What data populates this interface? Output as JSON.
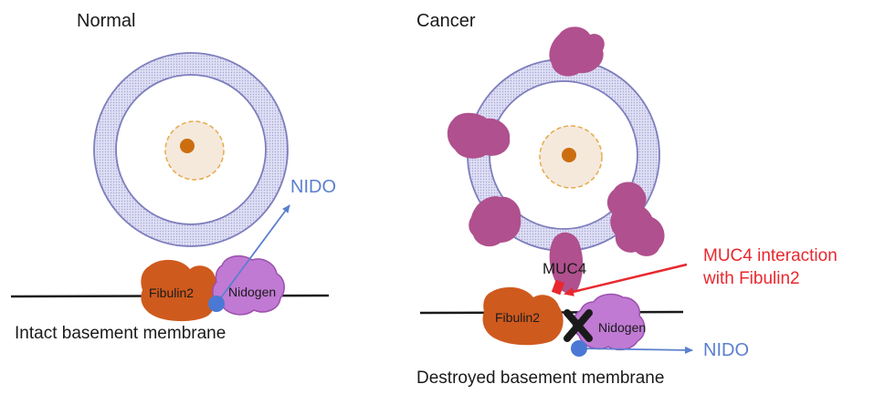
{
  "normal": {
    "title": "Normal",
    "caption": "Intact basement membrane",
    "fibulin_label": "Fibulin2",
    "nidogen_label": "Nidogen",
    "nido_label": "NIDO"
  },
  "cancer": {
    "title": "Cancer",
    "caption": "Destroyed basement membrane",
    "fibulin_label": "Fibulin2",
    "nidogen_label": "Nidogen",
    "nido_label": "NIDO",
    "muc4_label": "MUC4",
    "interaction_line1": "MUC4 interaction",
    "interaction_line2": "with Fibulin2"
  },
  "colors": {
    "fibulin": "#cf5a1e",
    "nidogen": "#c07ad3",
    "muc4": "#b0508e",
    "nido": "#5b7fcf",
    "annotation": "#e8282e",
    "cell_ring": "#c8c8ec",
    "nucleus": "#f5e9dc",
    "nucleolus": "#cc6e10"
  }
}
